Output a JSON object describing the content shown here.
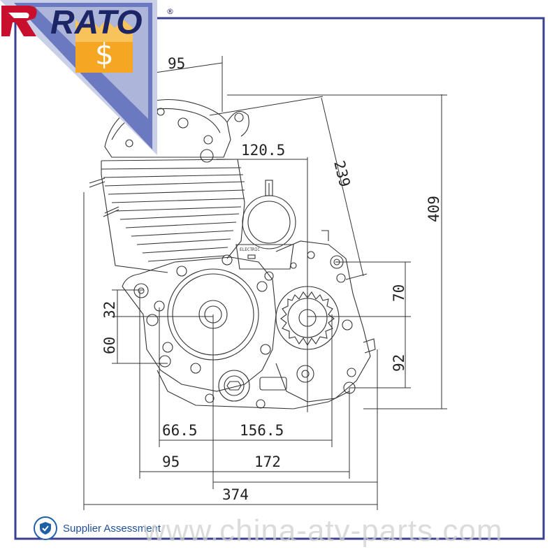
{
  "brand": {
    "name": "RATO",
    "registered_mark": "®"
  },
  "supplier": {
    "label": "Supplier Assessment"
  },
  "watermark": {
    "text": "www.china-atv-parts.com"
  },
  "dimensions": {
    "top_offset": "95",
    "head_offset": "120.5",
    "diagonal": "239",
    "overall_height": "409",
    "right_upper": "70",
    "right_lower": "92",
    "left_upper": "32",
    "left_lower": "60",
    "bottom_inner_left": "66.5",
    "bottom_inner_right": "156.5",
    "bottom_mid_left": "95",
    "bottom_mid_right": "172",
    "overall_length": "374"
  },
  "drawing": {
    "cover_label": "ELECTRIC"
  },
  "colors": {
    "border": "#3a3f8f",
    "corner_blue": "#5a6ab8",
    "corner_light": "#c9cfe6",
    "dollar_badge": "#f5a623",
    "brand_red": "#c8102e",
    "brand_navy": "#1c2566",
    "line": "#333333"
  },
  "icons": {
    "corner": "dollar-tag-icon",
    "supplier": "shield-check-icon"
  }
}
